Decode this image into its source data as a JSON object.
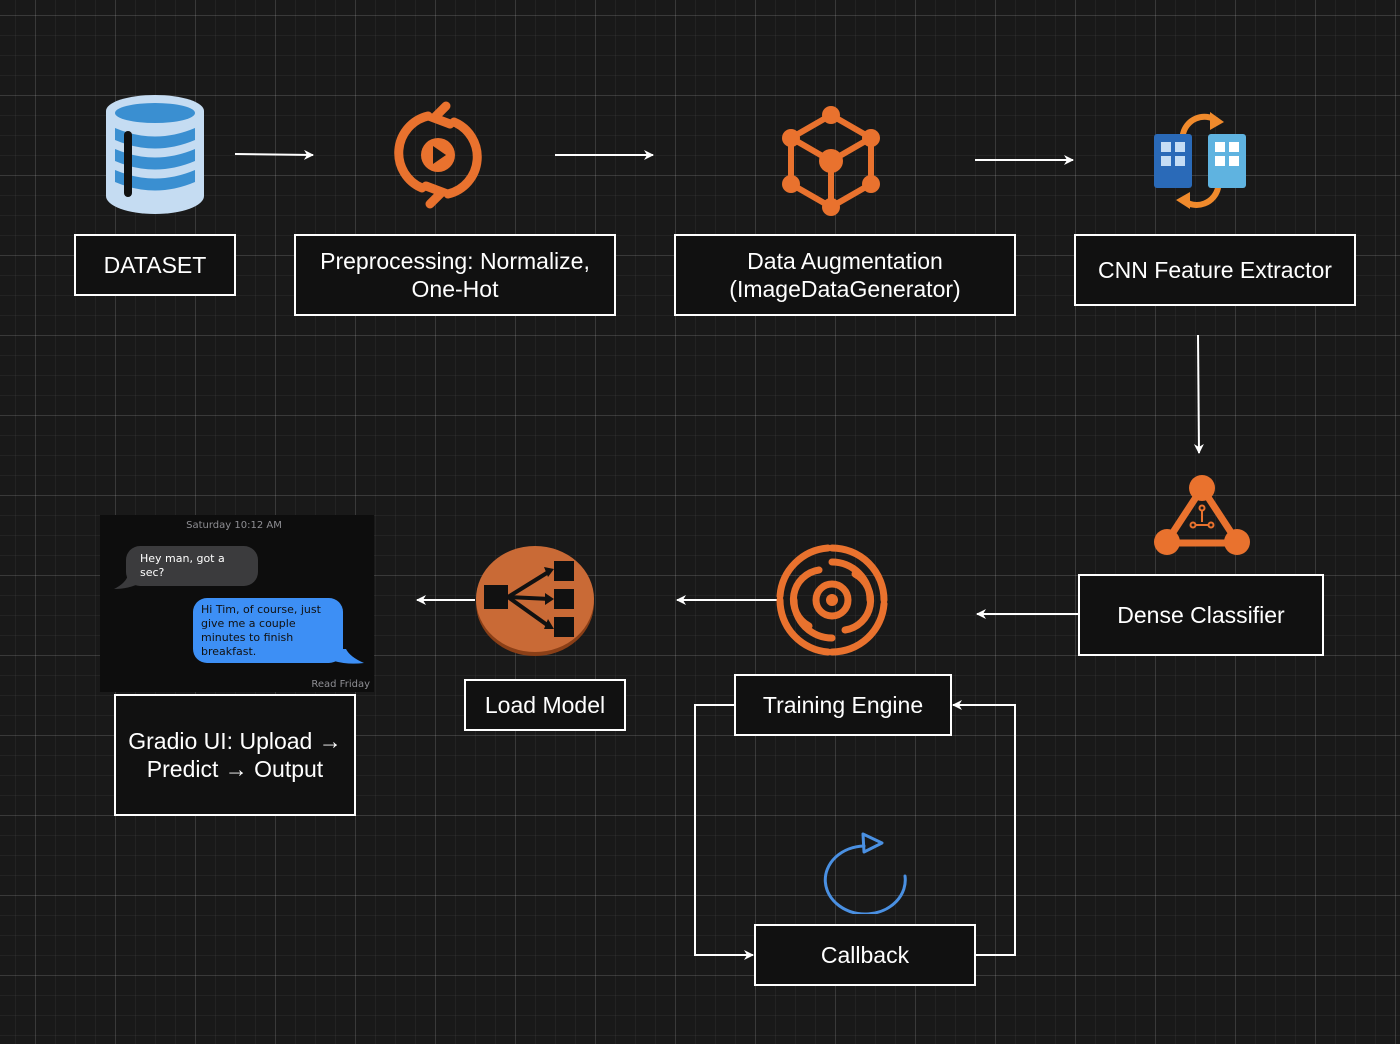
{
  "nodes": {
    "dataset": "DATASET",
    "preprocessing_line1": "Preprocessing: Normalize,",
    "preprocessing_line2": "One-Hot",
    "augmentation_line1": "Data Augmentation",
    "augmentation_line2": "(ImageDataGenerator)",
    "cnn": "CNN Feature Extractor",
    "dense": "Dense Classifier",
    "training": "Training Engine",
    "callback": "Callback",
    "load_model": "Load Model",
    "gradio_line1": "Gradio UI: Upload →",
    "gradio_line2": "Predict → Output"
  },
  "chat_thumbnail": {
    "timestamp": "Saturday 10:12 AM",
    "incoming_message": "Hey man, got a sec?",
    "outgoing_message": "Hi Tim, of course, just give me a couple minutes to finish breakfast.",
    "read_receipt": "Read Friday"
  },
  "icons": {
    "dataset": "database-icon",
    "preprocessing": "refresh-play-icon",
    "augmentation": "hexagon-nodes-icon",
    "cnn": "container-sync-icon",
    "dense": "triangle-network-icon",
    "training": "spiral-engine-icon",
    "load_model": "load-balancer-icon",
    "callback": "rotate-arrow-icon"
  },
  "colors": {
    "background": "#191919",
    "node_border": "#ffffff",
    "accent_orange": "#e9722e",
    "accent_blue": "#4a90e2",
    "database_blue": "#3a8fd1"
  }
}
